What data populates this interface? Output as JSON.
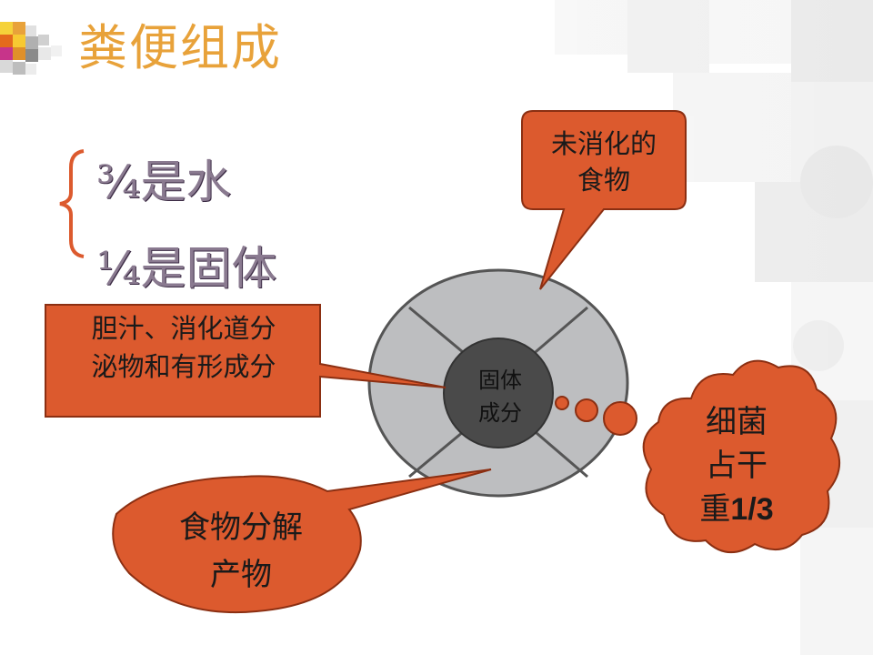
{
  "title": "粪便组成",
  "fractions": {
    "water": "¾是水",
    "solid": "¼是固体"
  },
  "diagram": {
    "center_label_line1": "固体",
    "center_label_line2": "成分",
    "callouts": {
      "bile": {
        "line1": "胆汁、消化道分",
        "line2": "泌物和有形成分"
      },
      "undigested": {
        "line1": "未消化的",
        "line2": "食物"
      },
      "decomposition": {
        "line1": "食物分解",
        "line2": "产物"
      },
      "bacteria": {
        "line1": "细菌",
        "line2": "占干",
        "line3_prefix": "重",
        "line3_value": "1/3"
      }
    }
  },
  "colors": {
    "title": "#e8a23a",
    "callout_fill": "#dc5a2e",
    "callout_stroke": "#8b2f12",
    "disc_fill": "#bdbec0",
    "center_fill": "#4a4a4a",
    "brace": "#dc5a2e"
  }
}
